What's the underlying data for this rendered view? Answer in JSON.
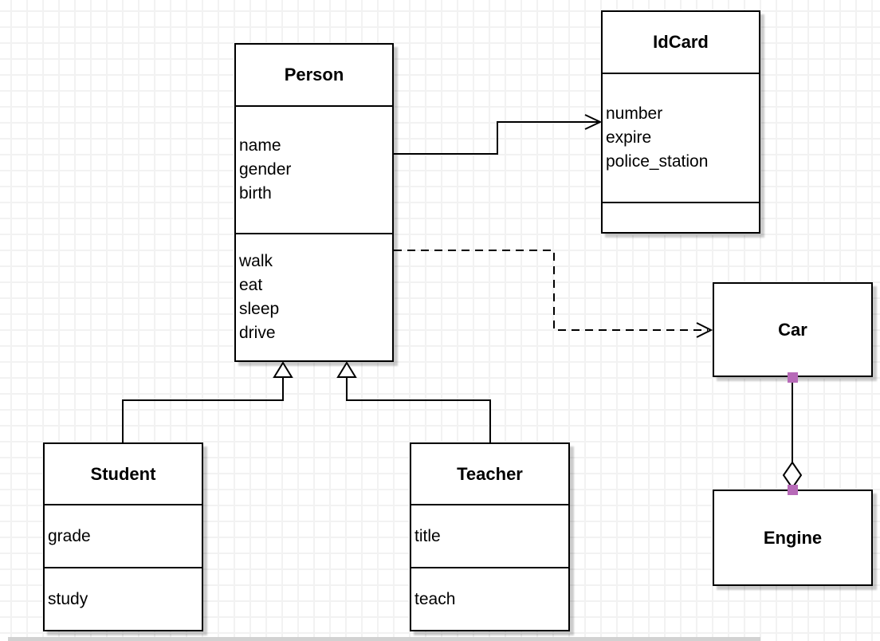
{
  "diagram": {
    "tool": "uml-class-diagram",
    "classes": {
      "person": {
        "name": "Person",
        "attributes": [
          "name",
          "gender",
          "birth"
        ],
        "methods": [
          "walk",
          "eat",
          "sleep",
          "drive"
        ]
      },
      "idcard": {
        "name": "IdCard",
        "attributes": [
          "number",
          "expire",
          "police_station"
        ],
        "methods": []
      },
      "car": {
        "name": "Car",
        "attributes": [],
        "methods": []
      },
      "engine": {
        "name": "Engine",
        "attributes": [],
        "methods": []
      },
      "student": {
        "name": "Student",
        "attributes": [
          "grade"
        ],
        "methods": [
          "study"
        ]
      },
      "teacher": {
        "name": "Teacher",
        "attributes": [
          "title"
        ],
        "methods": [
          "teach"
        ]
      }
    },
    "relationships": [
      {
        "type": "association",
        "from": "Person",
        "to": "IdCard",
        "line": "solid",
        "marker": "open-arrow"
      },
      {
        "type": "dependency",
        "from": "Person",
        "to": "Car",
        "line": "dashed",
        "marker": "open-arrow"
      },
      {
        "type": "generalization",
        "from": "Student",
        "to": "Person",
        "line": "solid",
        "marker": "hollow-triangle"
      },
      {
        "type": "generalization",
        "from": "Teacher",
        "to": "Person",
        "line": "solid",
        "marker": "hollow-triangle"
      },
      {
        "type": "aggregation",
        "from": "Car",
        "to": "Engine",
        "line": "solid",
        "marker": "hollow-diamond"
      }
    ],
    "colors": {
      "box_fill": "#ffffff",
      "box_border": "#000000",
      "connector": "#000000",
      "endpoint_handle": "#b76ab8",
      "grid_line": "#f2f2f2",
      "canvas_bg": "#ffffff",
      "marker_fill": "#ffffff"
    }
  }
}
